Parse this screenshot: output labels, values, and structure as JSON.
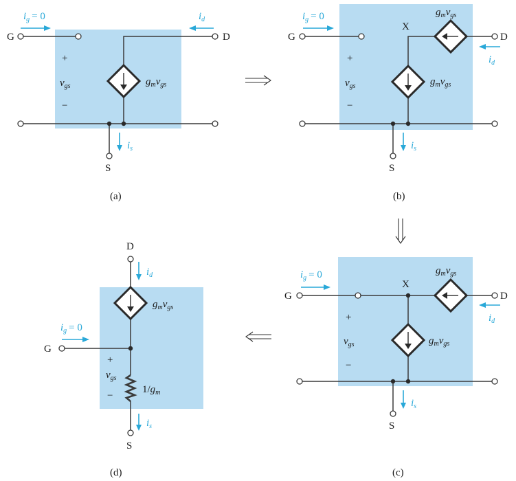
{
  "panel_a": {
    "caption": "(a)",
    "terminals": {
      "gate": "G",
      "drain": "D",
      "source": "S"
    },
    "ig": "i",
    "ig_sub": "g",
    "ig_eq": "= 0",
    "id": "i",
    "id_sub": "d",
    "is": "i",
    "is_sub": "s",
    "vgs": "v",
    "vgs_sub": "gs",
    "plus": "+",
    "minus": "−",
    "src_g": "g",
    "src_g_sub": "m",
    "src_v": "v",
    "src_v_sub": "gs"
  },
  "panel_b": {
    "caption": "(b)",
    "terminals": {
      "gate": "G",
      "drain": "D",
      "source": "S"
    },
    "node": "X",
    "ig": "i",
    "ig_sub": "g",
    "ig_eq": "= 0",
    "id": "i",
    "id_sub": "d",
    "is": "i",
    "is_sub": "s",
    "vgs": "v",
    "vgs_sub": "gs",
    "plus": "+",
    "minus": "−",
    "src1_g": "g",
    "src1_g_sub": "m",
    "src1_v": "v",
    "src1_v_sub": "gs",
    "src2_g": "g",
    "src2_g_sub": "m",
    "src2_v": "v",
    "src2_v_sub": "gs"
  },
  "panel_c": {
    "caption": "(c)",
    "terminals": {
      "gate": "G",
      "drain": "D",
      "source": "S"
    },
    "node": "X",
    "ig": "i",
    "ig_sub": "g",
    "ig_eq": "= 0",
    "id": "i",
    "id_sub": "d",
    "is": "i",
    "is_sub": "s",
    "vgs": "v",
    "vgs_sub": "gs",
    "plus": "+",
    "minus": "−",
    "src1_g": "g",
    "src1_g_sub": "m",
    "src1_v": "v",
    "src1_v_sub": "gs",
    "src2_g": "g",
    "src2_g_sub": "m",
    "src2_v": "v",
    "src2_v_sub": "gs"
  },
  "panel_d": {
    "caption": "(d)",
    "terminals": {
      "gate": "G",
      "drain": "D",
      "source": "S"
    },
    "ig": "i",
    "ig_sub": "g",
    "ig_eq": "= 0",
    "id": "i",
    "id_sub": "d",
    "is": "i",
    "is_sub": "s",
    "vgs": "v",
    "vgs_sub": "gs",
    "plus": "+",
    "minus": "−",
    "src_g": "g",
    "src_g_sub": "m",
    "src_v": "v",
    "src_v_sub": "gs",
    "res_num": "1/",
    "res_g": "g",
    "res_sub": "m"
  },
  "colors": {
    "shade": "#b8dcf2",
    "current": "#29a8d8",
    "wire": "#3a3a3a"
  }
}
